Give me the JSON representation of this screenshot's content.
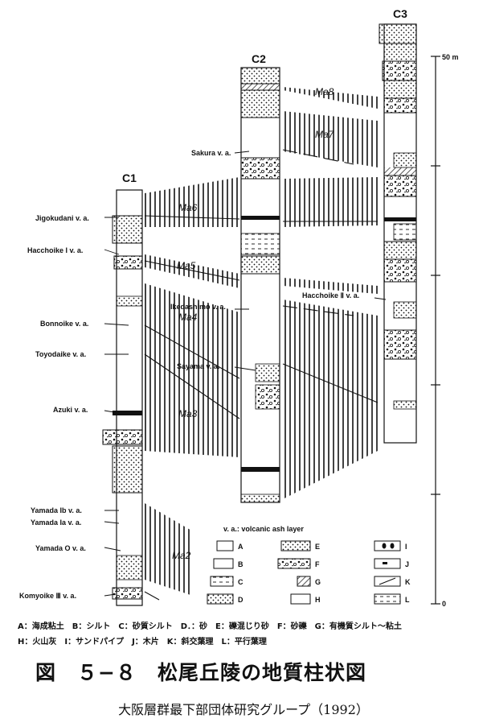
{
  "columns": [
    {
      "name": "C1"
    },
    {
      "name": "C2"
    },
    {
      "name": "C3"
    }
  ],
  "scale": {
    "top_label": "50 m",
    "bottom_label": "0"
  },
  "ash_labels_c1": [
    "Jigokudani v. a.",
    "Hacchoike I v. a.",
    "Bonnoike v. a.",
    "Toyodaike v. a.",
    "Azuki v. a.",
    "Yamada Ib v. a.",
    "Yamada Ia v. a.",
    "Yamada O v. a.",
    "Komyoike Ⅲ v. a."
  ],
  "ash_labels_c2": [
    "Sakura v. a.",
    "Ikedashimo v. a.",
    "Sayama v. a."
  ],
  "ash_labels_c3": [
    "Hacchoike Ⅱ v. a."
  ],
  "marine_zones": [
    "Ma8",
    "Ma7",
    "Ma6",
    "Ma5",
    "Ma4",
    "Ma3",
    "Ma2"
  ],
  "legend": {
    "title": "v. a.: volcanic ash layer",
    "keys": [
      "A",
      "B",
      "C",
      "D",
      "E",
      "F",
      "G",
      "H",
      "I",
      "J",
      "K",
      "L"
    ]
  },
  "caption": {
    "line1": "A：海成粘土　B：シルト　C：砂質シルト　D．：砂　E：礫混じり砂　F：砂礫　G：有機質シルト〜粘土",
    "line2": "H：火山灰　I：サンドパイプ　J：木片　K：斜交葉理　L：平行葉理"
  },
  "figure_title": "図　５−８　松尾丘陵の地質柱状図",
  "source": "大阪層群最下部団体研究グループ（1992）"
}
